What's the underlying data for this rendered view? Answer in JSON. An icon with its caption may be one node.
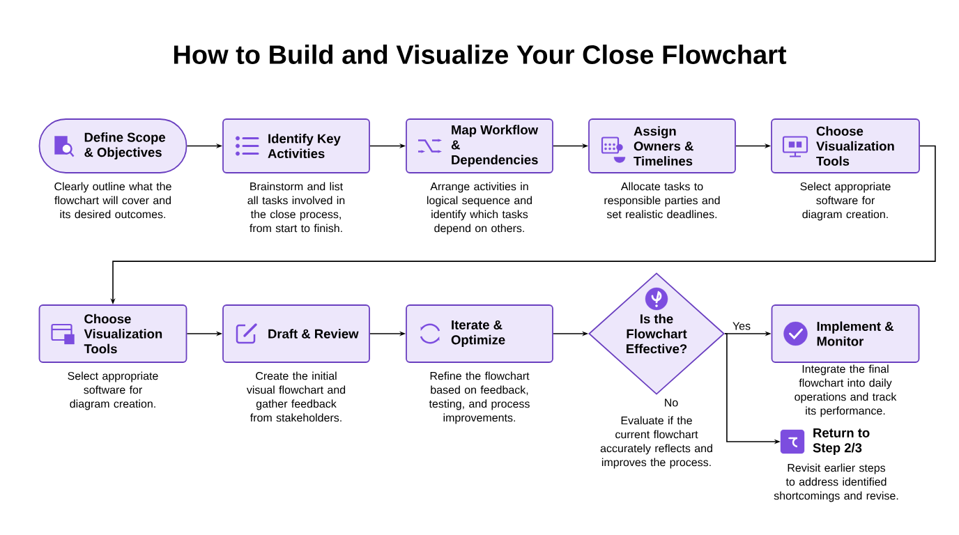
{
  "diagram": {
    "title": "How to Build and Visualize Your Close Flowchart",
    "nodes": [
      {
        "text": [
          "Define Scope & Objectives"
        ],
        "beside": [
          "Clearly outline what the flowchart will cover and its desired outcomes."
        ]
      },
      {
        "text": [
          "Identify Key Activities"
        ],
        "beside": [
          "Brainstorm and list all tasks involved in the close process, from start to finish."
        ]
      },
      {
        "text": [
          "Map Workflow & Dependencies"
        ],
        "beside": [
          "Arrange activities in logical sequence and identify which tasks depend on others."
        ]
      },
      {
        "text": [
          "Assign Owners & Timelines"
        ],
        "beside": [
          "Allocate tasks to responsible parties and set realistic deadlines."
        ]
      },
      {
        "text": [
          "Choose Visualization Tools"
        ],
        "beside": [
          "Select appropriate software for diagram creation."
        ]
      },
      {
        "text": [
          "Choose Visualization Tools"
        ],
        "beside": [
          "Select appropriate software for diagram creation."
        ]
      },
      {
        "text": [
          "Draft & Review"
        ],
        "beside": [
          "Create the initial visual flowchart and gather feedback from stakeholders."
        ]
      },
      {
        "text": [
          "Iterate & Optimize"
        ],
        "beside": [
          "Refine the flowchart based on feedback, testing, and process improvements."
        ]
      },
      {
        "text": [
          "Is the Flowchart Effective?"
        ],
        "beside": [
          "Evaluate if the current flowchart accurately reflects and improves the process."
        ]
      },
      {
        "text": [
          "Implement & Monitor"
        ],
        "beside": [
          "Integrate the final flowchart into daily operations and track its performance."
        ]
      },
      {
        "text": [
          "Return to Step 2/3"
        ],
        "beside": [
          "Revisit earlier steps to address identified shortcomings and revise."
        ]
      }
    ],
    "edges": [
      {
        "from": 0,
        "to": 1,
        "arrow": "to"
      },
      {
        "from": 1,
        "to": 2,
        "arrow": "to"
      },
      {
        "from": 2,
        "to": 3,
        "arrow": "to"
      },
      {
        "from": 3,
        "to": 4,
        "arrow": "to"
      },
      {
        "from": 4,
        "to": 5,
        "arrow": "to"
      },
      {
        "from": 5,
        "to": 6,
        "arrow": "to"
      },
      {
        "from": 6,
        "to": 7,
        "arrow": "to"
      },
      {
        "from": 7,
        "to": 8,
        "arrow": "to"
      },
      {
        "from": 8,
        "to": 9,
        "arrow": "to",
        "label": "Yes"
      },
      {
        "from": 8,
        "to": 10,
        "arrow": "to",
        "label": "No"
      }
    ]
  }
}
